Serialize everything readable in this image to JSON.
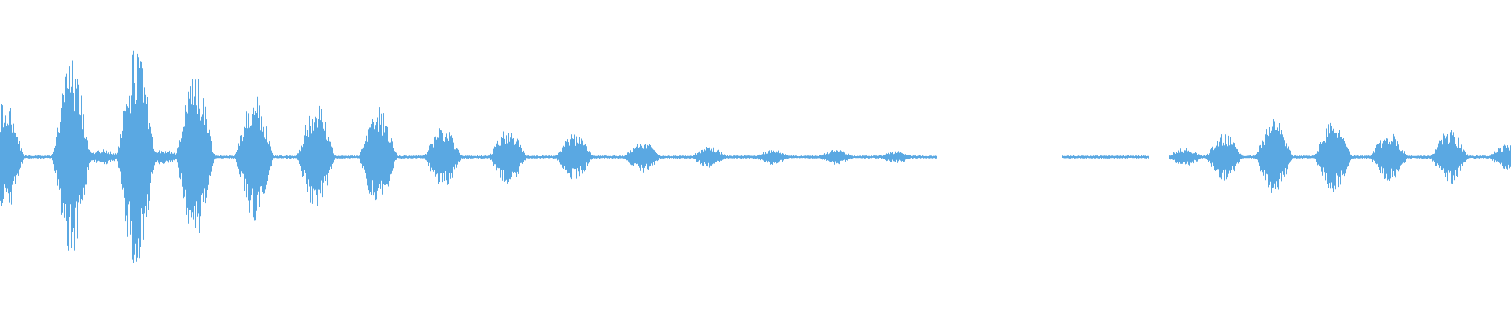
{
  "waveform": {
    "color": "#5aa8e2",
    "background": "#ffffff",
    "baseline_amplitude": 0.01,
    "silent_gaps": [
      {
        "from": 0.62,
        "to": 0.703
      },
      {
        "from": 0.76,
        "to": 0.773
      }
    ],
    "bursts": [
      {
        "position": 0.003,
        "amplitude": 0.37
      },
      {
        "position": 0.047,
        "amplitude": 0.63
      },
      {
        "position": 0.068,
        "amplitude": 0.05
      },
      {
        "position": 0.09,
        "amplitude": 0.72
      },
      {
        "position": 0.108,
        "amplitude": 0.05
      },
      {
        "position": 0.129,
        "amplitude": 0.55
      },
      {
        "position": 0.168,
        "amplitude": 0.41
      },
      {
        "position": 0.209,
        "amplitude": 0.35
      },
      {
        "position": 0.25,
        "amplitude": 0.33
      },
      {
        "position": 0.293,
        "amplitude": 0.2
      },
      {
        "position": 0.336,
        "amplitude": 0.18
      },
      {
        "position": 0.38,
        "amplitude": 0.15
      },
      {
        "position": 0.425,
        "amplitude": 0.1
      },
      {
        "position": 0.469,
        "amplitude": 0.07
      },
      {
        "position": 0.511,
        "amplitude": 0.05
      },
      {
        "position": 0.553,
        "amplitude": 0.05
      },
      {
        "position": 0.593,
        "amplitude": 0.04
      },
      {
        "position": 0.784,
        "amplitude": 0.06
      },
      {
        "position": 0.81,
        "amplitude": 0.15
      },
      {
        "position": 0.843,
        "amplitude": 0.25
      },
      {
        "position": 0.882,
        "amplitude": 0.23
      },
      {
        "position": 0.919,
        "amplitude": 0.16
      },
      {
        "position": 0.959,
        "amplitude": 0.18
      },
      {
        "position": 0.997,
        "amplitude": 0.08
      }
    ]
  }
}
